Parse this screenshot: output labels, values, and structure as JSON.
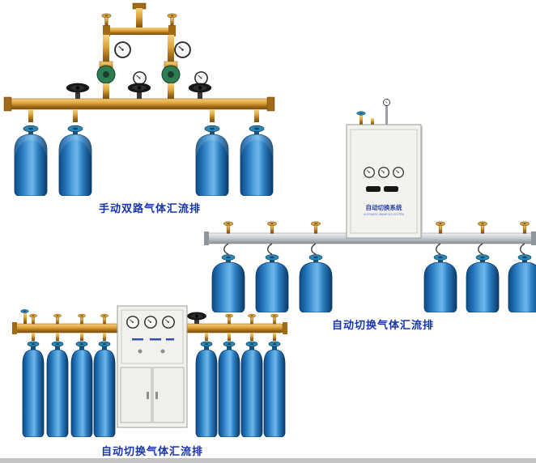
{
  "page": {
    "background_color": "#ffffff"
  },
  "colors": {
    "caption_blue": "#1733ad",
    "cylinder_blue": "#2f85c8",
    "brass_pipe": "#dfa63d",
    "silver_pipe": "#c2c8cd",
    "cabinet_white": "#f2f3ee",
    "regulator_green": "#2e7d52",
    "valve_handle_teal": "#2e86b4"
  },
  "products": [
    {
      "caption": "手动双路气体汇流排"
    },
    {
      "caption": "自动切换气体汇流排",
      "cabinet_label": "自动切换系统",
      "cabinet_sublabel": "AUTOMATIC MANIFOLD SYSTEM"
    },
    {
      "caption": "自动切换气体汇流排"
    }
  ]
}
